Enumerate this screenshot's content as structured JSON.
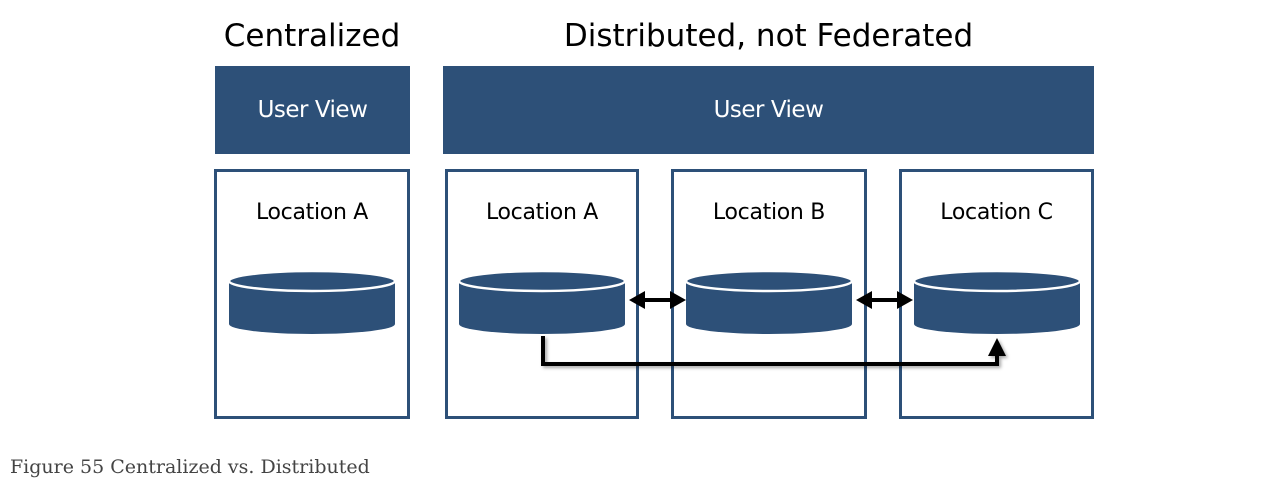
{
  "headings": {
    "centralized": "Centralized",
    "distributed": "Distributed, not Federated"
  },
  "centralized": {
    "user_view": "User View",
    "location": "Location A"
  },
  "distributed": {
    "user_view": "User View",
    "locations": [
      "Location A",
      "Location B",
      "Location C"
    ]
  },
  "colors": {
    "primary": "#2d5078",
    "arrow": "#000000"
  },
  "caption": "Figure 55 Centralized vs. Distributed"
}
